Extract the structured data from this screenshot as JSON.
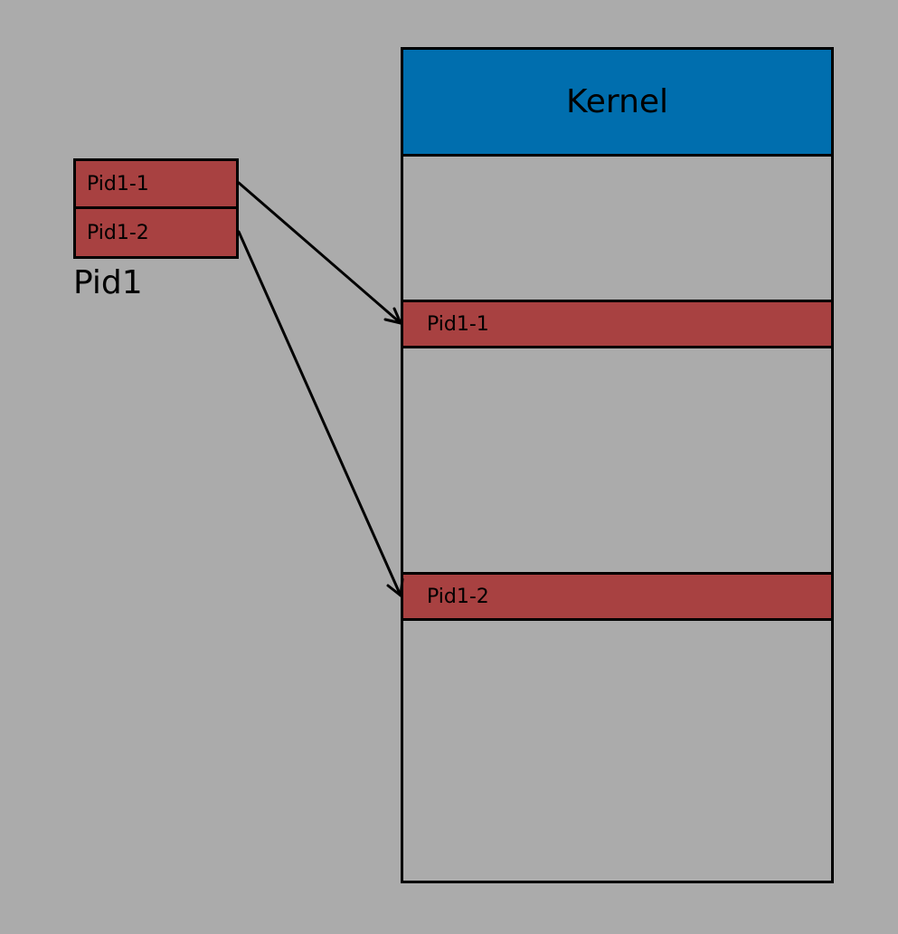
{
  "colors": {
    "background": "#ababab",
    "kernel": "#006eae",
    "page_block": "#a84141",
    "outline": "#000000"
  },
  "memory": {
    "kernel_label": "Kernel",
    "blocks": [
      {
        "label": "Pid1-1"
      },
      {
        "label": "Pid1-2"
      }
    ]
  },
  "process": {
    "label": "Pid1",
    "blocks": [
      {
        "label": "Pid1-1"
      },
      {
        "label": "Pid1-2"
      }
    ]
  }
}
